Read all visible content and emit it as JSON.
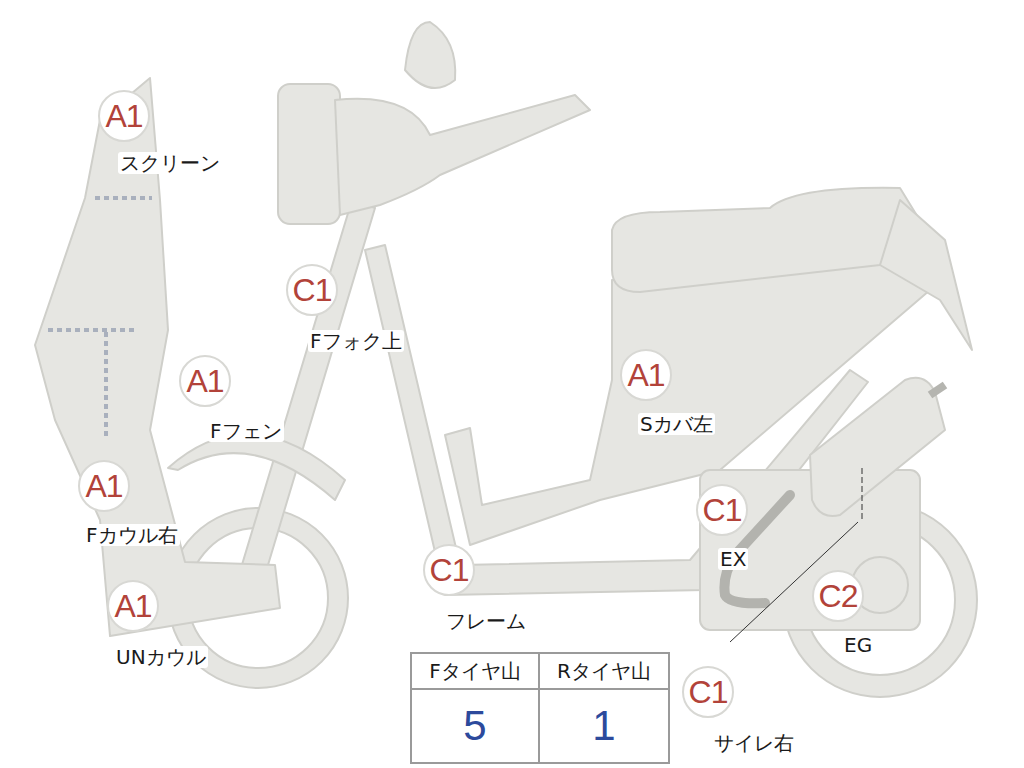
{
  "diagram": {
    "nodes": [
      {
        "text": [
          "A1",
          "スクリーン"
        ]
      },
      {
        "text": [
          "C1",
          "Fフォク上"
        ]
      },
      {
        "text": [
          "A1",
          "Fフェン"
        ]
      },
      {
        "text": [
          "A1",
          "Sカバ左"
        ]
      },
      {
        "text": [
          "A1",
          "Fカウル右"
        ]
      },
      {
        "text": [
          "C1",
          "EX"
        ]
      },
      {
        "text": [
          "C1",
          "フレーム"
        ]
      },
      {
        "text": [
          "C2",
          "EG"
        ]
      },
      {
        "text": [
          "A1",
          "UNカウル"
        ]
      },
      {
        "text": [
          "C1",
          "サイレ右"
        ]
      }
    ],
    "labels": [
      "Fタイヤ山",
      "Rタイヤ山",
      "5",
      "1"
    ]
  }
}
